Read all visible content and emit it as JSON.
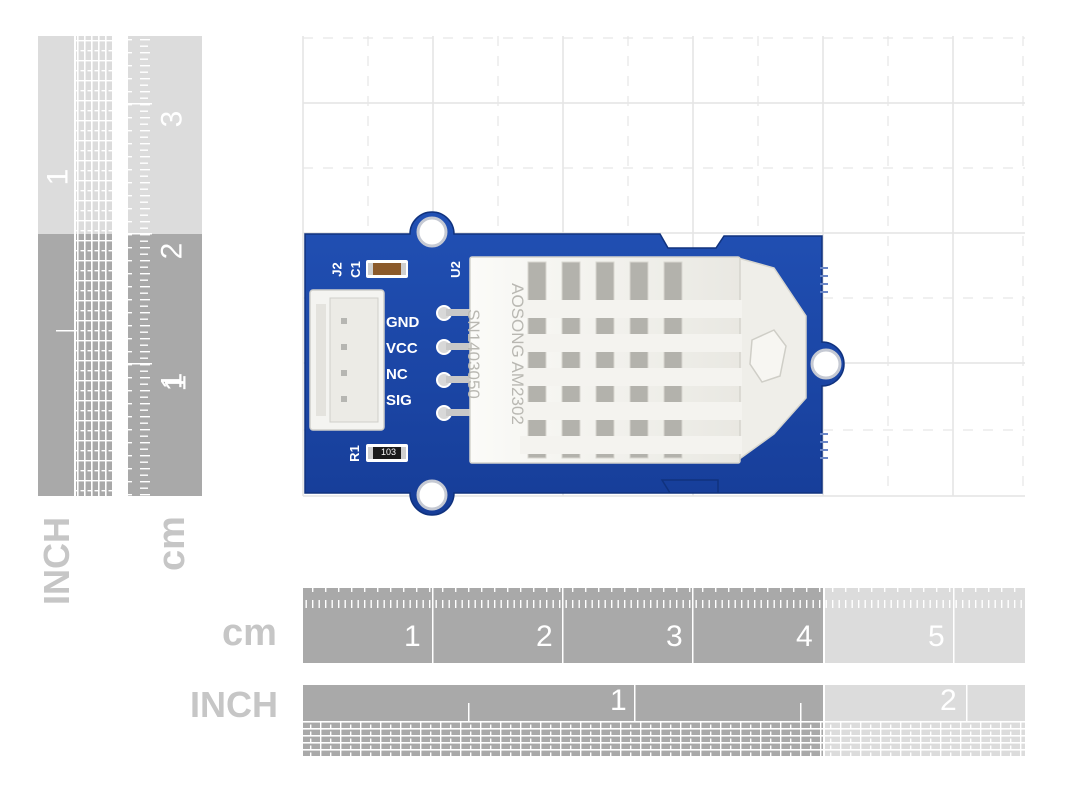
{
  "rulers": {
    "cm_label": "cm",
    "inch_label": "INCH",
    "horizontal_cm_numbers": [
      "1",
      "2",
      "3",
      "4",
      "5"
    ],
    "horizontal_inch_numbers": [
      "1",
      "2"
    ],
    "vertical_cm_numbers": [
      "1",
      "2",
      "3"
    ],
    "vertical_inch_numbers": [
      "1",
      "1"
    ]
  },
  "board": {
    "color": "#1a44a6",
    "silkscreen": {
      "connector_pins": [
        "GND",
        "VCC",
        "NC",
        "SIG"
      ],
      "j2": "J2",
      "c1": "C1",
      "u2": "U2",
      "r1": "R1",
      "r1_value": "103"
    },
    "sensor": {
      "brand_line": "AOSONG AM2302",
      "serial_line": "SN1403050"
    }
  },
  "colors": {
    "ruler_dark": "#a9a9a9",
    "ruler_light": "#dcdcdc",
    "grid_line": "#e2e2e2",
    "sensor_body": "#f3f2ee"
  }
}
